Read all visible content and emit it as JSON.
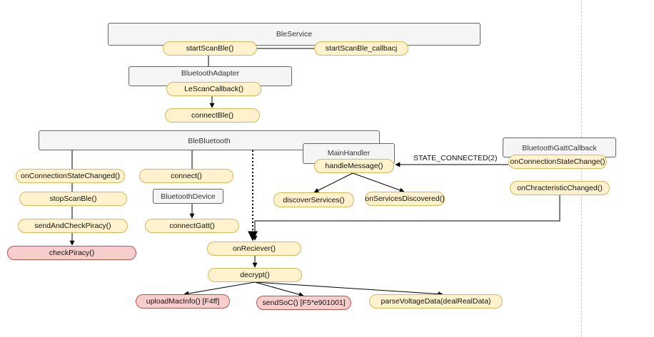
{
  "nodes": {
    "ble_service": "BleService",
    "start_scan_ble": "startScanBle()",
    "start_scan_ble_callbacj": "startScanBle_callbacj",
    "bluetooth_adapter": "BluetoothAdapter",
    "le_scan_callback": "LeScanCallback()",
    "connect_ble": "connectBle()",
    "ble_bluetooth": "BleBluetooth",
    "main_handler": "MainHandler",
    "handle_message": "handleMessage()",
    "bluetooth_gatt_callback": "BluetoothGattCallback",
    "on_connection_state_change": "onConnectionStateChange()",
    "on_chracteristic_changed": "onChracteristicChanged()",
    "on_connection_state_changed": "onConnectionStateChanged()",
    "stop_scan_ble": "stopScanBle()",
    "send_and_check_piracy": "sendAndCheckPiracy()",
    "check_piracy": "checkPiracy()",
    "connect": "connect()",
    "bluetooth_device": "BluetoothDevice",
    "connect_gatt": "connectGatt()",
    "discover_services": "discoverServices()",
    "on_services_discovered": "onServicesDiscovered()",
    "on_reciever": "onReciever()",
    "decrypt": "decrypt()",
    "upload_mac_info": "uploadMacInfo() [F4ff]",
    "send_soc": "sendSoC() [F5*e901001]",
    "parse_voltage_data": "parseVoltageData(dealRealData)"
  },
  "edge_labels": {
    "state_connected": "STATE_CONNECTED(2)"
  },
  "colors": {
    "class_fill": "#f5f5f5",
    "class_border": "#666666",
    "method_fill": "#fff2cc",
    "method_border": "#d6b656",
    "alert_fill": "#f8cecc",
    "alert_border": "#b85450",
    "edge": "#000000"
  }
}
